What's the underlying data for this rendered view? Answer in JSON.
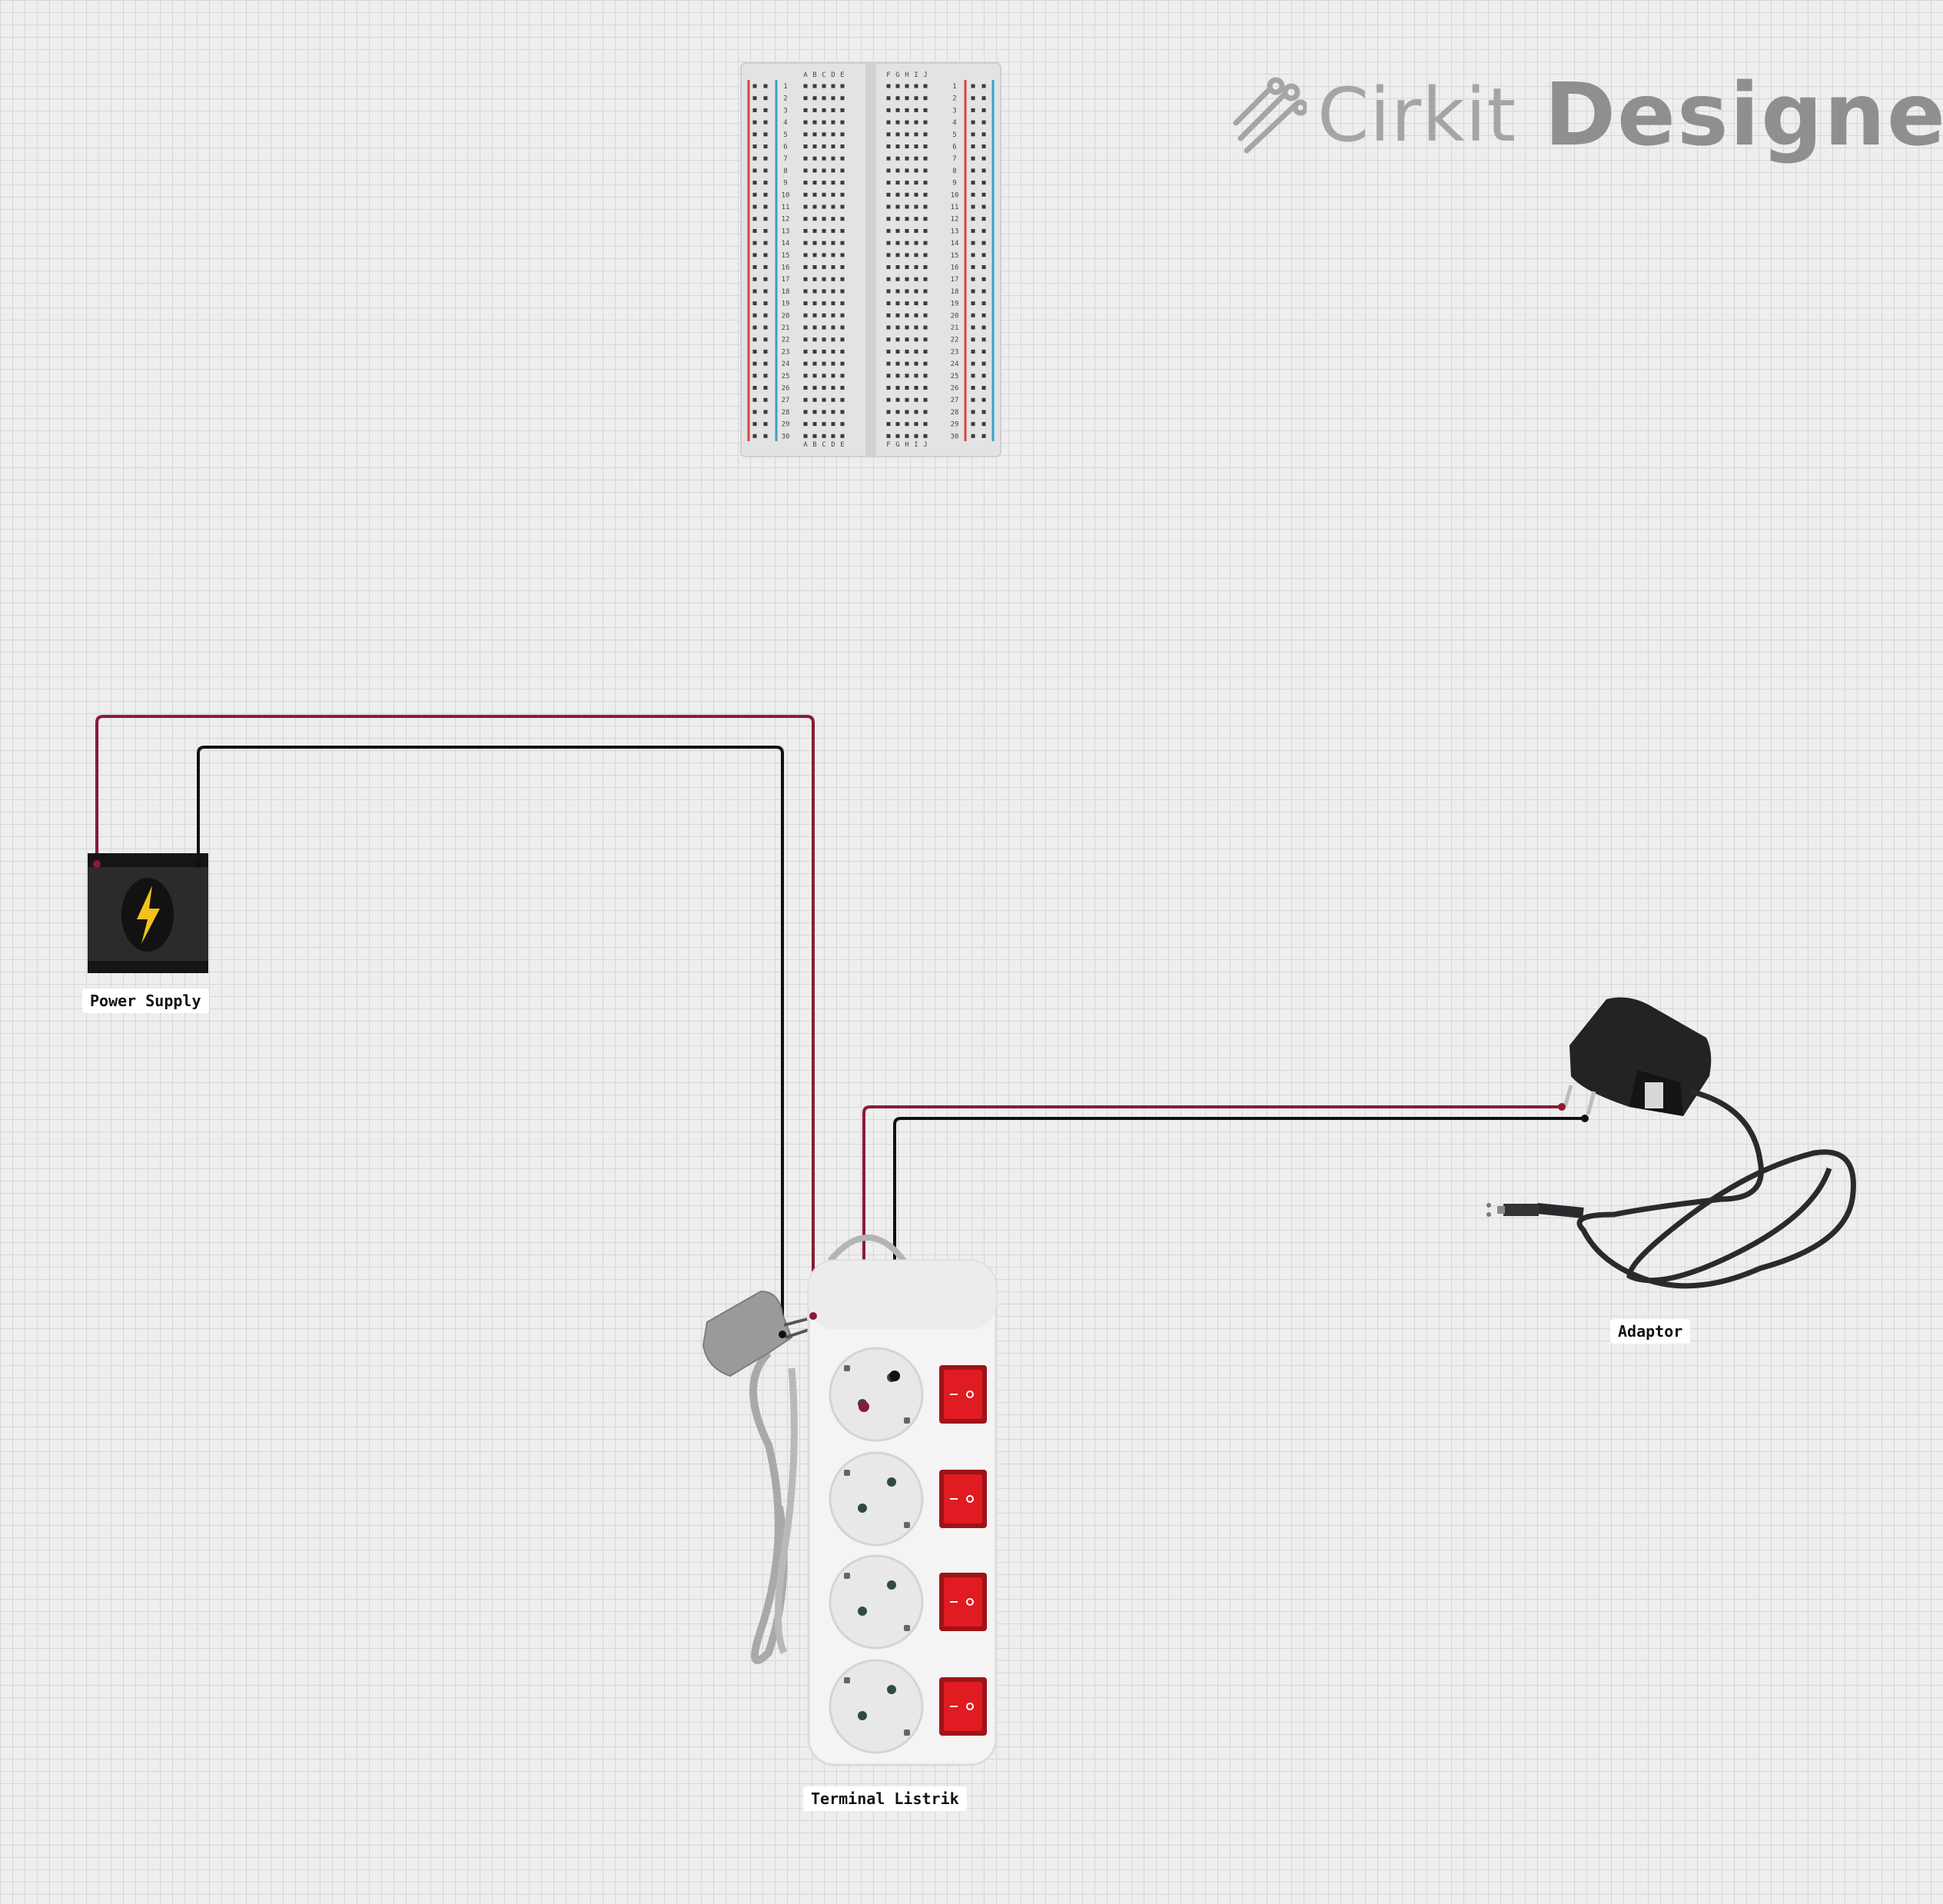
{
  "brand": {
    "name_light": "Cirkit",
    "name_bold": "Designer",
    "icon": "circuit-traces-icon"
  },
  "breadboard": {
    "columns_left": [
      "A",
      "B",
      "C",
      "D",
      "E"
    ],
    "columns_right": [
      "F",
      "G",
      "H",
      "I",
      "J"
    ],
    "rows": 30
  },
  "components": {
    "power_supply": {
      "label": "Power Supply",
      "icon": "lightning-bolt-icon"
    },
    "terminal": {
      "label": "Terminal Listrik"
    },
    "adaptor": {
      "label": "Adaptor"
    }
  },
  "wire_colors": {
    "positive": "#8b1a36",
    "negative": "#111111"
  }
}
